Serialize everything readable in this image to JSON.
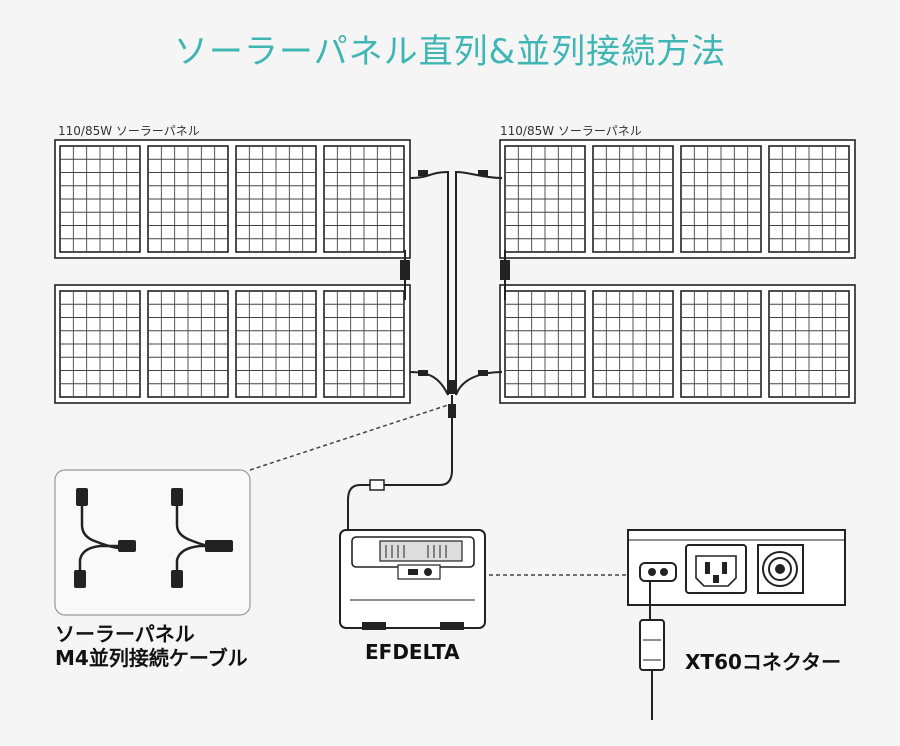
{
  "title": "ソーラーパネル直列&並列接続方法",
  "labels": {
    "panel_left": "110/85W ソーラーパネル",
    "panel_right": "110/85W ソーラーパネル",
    "cable_line1": "ソーラーパネル",
    "cable_line2": "M4並列接続ケーブル",
    "station": "EFDELTA",
    "connector": "XT60コネクター"
  },
  "colors": {
    "title": "#3fb6b3",
    "line": "#222222",
    "background": "#f5f5f5"
  }
}
